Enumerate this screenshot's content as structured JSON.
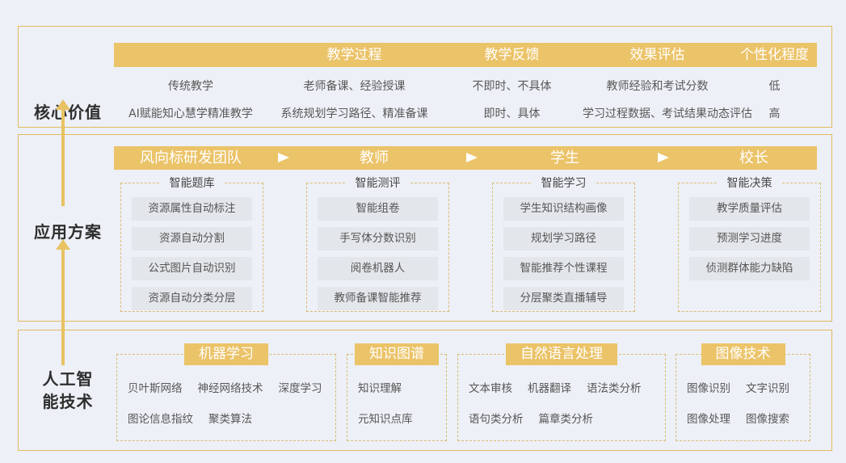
{
  "colors": {
    "background": "#edf0f6",
    "accent_gold": "#ebc368",
    "section_border": "#e2ba60",
    "dashed_border": "#d9bc72",
    "item_background": "#e3e6ea",
    "header_text": "#ffffff",
    "body_text": "#585858"
  },
  "sections": {
    "core_value": {
      "label": "核心价值"
    },
    "application": {
      "label": "应用方案"
    },
    "ai_technology": {
      "label_line1": "人工智",
      "label_line2": "能技术"
    }
  },
  "value_table": {
    "headers": [
      "教学过程",
      "教学反馈",
      "效果评估",
      "个性化程度"
    ],
    "rows": [
      {
        "name": "传统教学",
        "cells": [
          "老师备课、经验授课",
          "不即时、不具体",
          "教师经验和考试分数",
          "低"
        ]
      },
      {
        "name": "AI赋能知心慧学精准教学",
        "cells": [
          "系统规划学习路径、精准备课",
          "即时、具体",
          "学习过程数据、考试结果动态评估",
          "高"
        ]
      }
    ]
  },
  "application_flow": {
    "roles": [
      "风向标研发团队",
      "教师",
      "学生",
      "校长"
    ],
    "modules": [
      {
        "title": "智能题库",
        "items": [
          "资源属性自动标注",
          "资源自动分割",
          "公式图片自动识别",
          "资源自动分类分层"
        ]
      },
      {
        "title": "智能测评",
        "items": [
          "智能组卷",
          "手写体分数识别",
          "阅卷机器人",
          "教师备课智能推荐"
        ]
      },
      {
        "title": "智能学习",
        "items": [
          "学生知识结构画像",
          "规划学习路径",
          "智能推荐个性课程",
          "分层聚类直播辅导"
        ]
      },
      {
        "title": "智能决策",
        "items": [
          "教学质量评估",
          "预测学习进度",
          "侦测群体能力缺陷"
        ]
      }
    ]
  },
  "technology": {
    "groups": [
      {
        "title": "机器学习",
        "rows": [
          [
            "贝叶斯网络",
            "神经网络技术",
            "深度学习"
          ],
          [
            "图论信息指纹",
            "聚类算法"
          ]
        ]
      },
      {
        "title": "知识图谱",
        "rows": [
          [
            "知识理解"
          ],
          [
            "元知识点库"
          ]
        ]
      },
      {
        "title": "自然语言处理",
        "rows": [
          [
            "文本审核",
            "机器翻译",
            "语法类分析"
          ],
          [
            "语句类分析",
            "篇章类分析"
          ]
        ]
      },
      {
        "title": "图像技术",
        "rows": [
          [
            "图像识别",
            "文字识别"
          ],
          [
            "图像处理",
            "图像搜索"
          ]
        ]
      }
    ]
  }
}
